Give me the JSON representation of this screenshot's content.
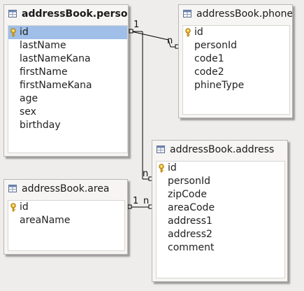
{
  "tables": {
    "person": {
      "title": "addressBook.person",
      "fields": [
        "id",
        "lastName",
        "lastNameKana",
        "firstName",
        "firstNameKana",
        "age",
        "sex",
        "birthday"
      ]
    },
    "phone": {
      "title": "addressBook.phone",
      "fields": [
        "id",
        "personId",
        "code1",
        "code2",
        "phineType"
      ]
    },
    "address": {
      "title": "addressBook.address",
      "fields": [
        "id",
        "personId",
        "zipCode",
        "areaCode",
        "address1",
        "address2",
        "comment"
      ]
    },
    "area": {
      "title": "addressBook.area",
      "fields": [
        "id",
        "areaName"
      ]
    }
  },
  "relations": {
    "person_phone": {
      "one": "1",
      "many": "n"
    },
    "person_address": {
      "one": "1",
      "many": "n"
    },
    "area_address": {
      "one": "1",
      "many": "n"
    }
  },
  "icons": {
    "table": "table-icon",
    "key": "primary-key-icon"
  },
  "colors": {
    "selection": "#9fbfe8",
    "key": "#e0a818"
  }
}
